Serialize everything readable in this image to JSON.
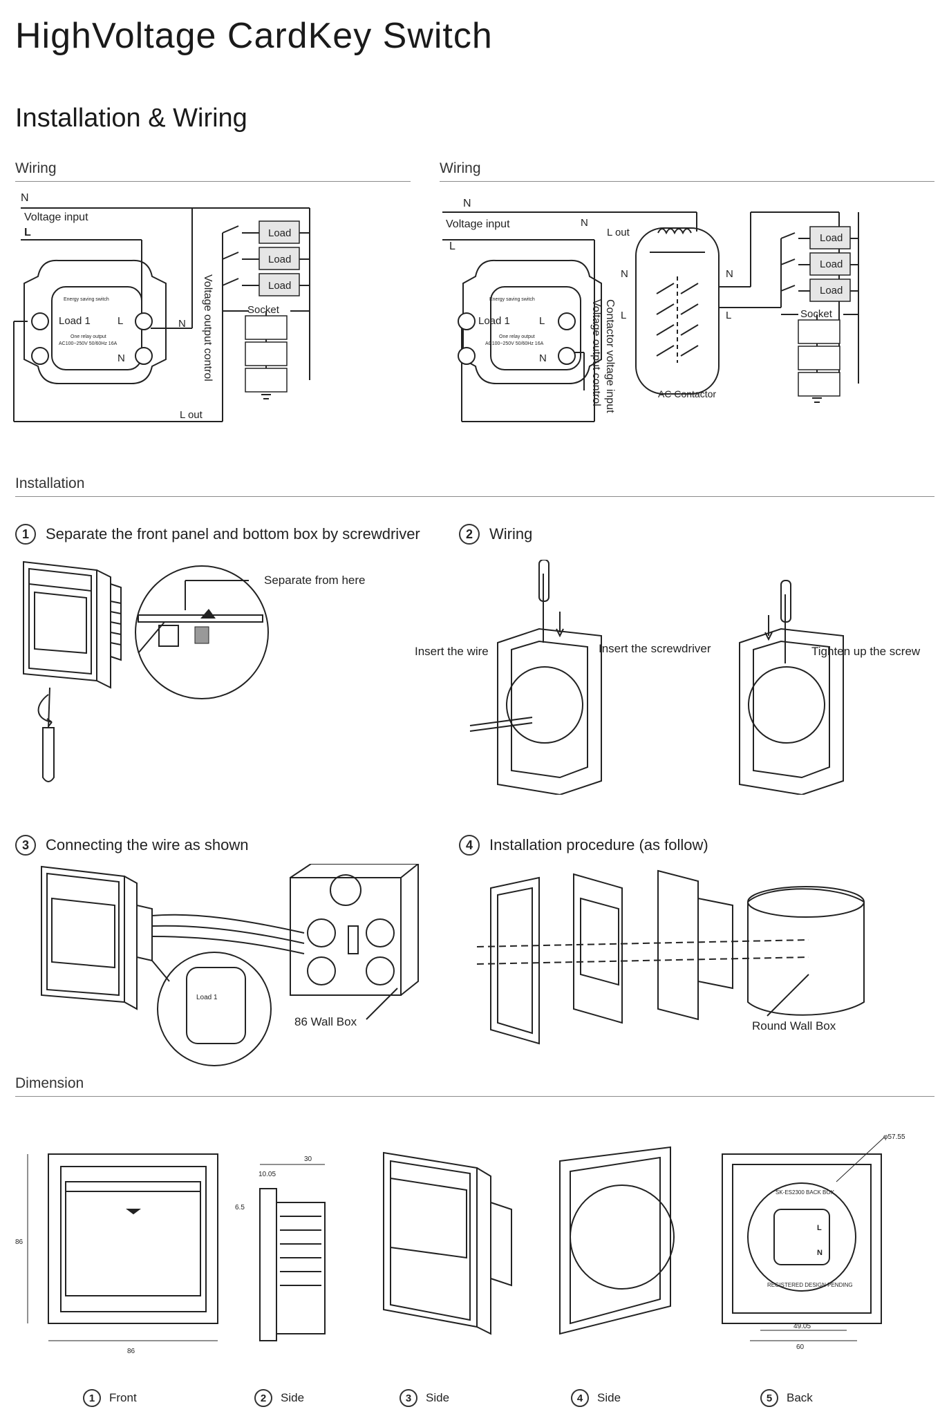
{
  "title": "HighVoltage CardKey Switch",
  "subtitle": "Installation & Wiring",
  "wiring": {
    "left": {
      "label": "Wiring",
      "n": "N",
      "voltage_input": "Voltage input",
      "l": "L",
      "load1": "Load 1",
      "l_term": "L",
      "n_term": "N",
      "device_text": "Energy saving switch",
      "relay_text": "One relay output",
      "spec_text": "AC100~250V 50/60Hz 16A",
      "n_right": "N",
      "vertical_label": "Voltage output control",
      "l_out": "L out",
      "loads": [
        "Load",
        "Load",
        "Load"
      ],
      "socket": "Socket"
    },
    "right": {
      "label": "Wiring",
      "n": "N",
      "voltage_input": "Voltage input",
      "l": "L",
      "load1": "Load 1",
      "l_term": "L",
      "n_term": "N",
      "device_text": "Energy saving switch",
      "relay_text": "One relay output",
      "spec_text": "AC100~250V 50/60Hz 16A",
      "n_top": "N",
      "l_out": "L out",
      "vertical_label_1": "Contactor voltage input",
      "vertical_label_2": "Voltage output control",
      "contactor_n_left": "N",
      "contactor_l_left": "L",
      "contactor_n_right": "N",
      "contactor_l_right": "L",
      "contactor": "AC Contactor",
      "loads": [
        "Load",
        "Load",
        "Load"
      ],
      "socket": "Socket"
    }
  },
  "installation": {
    "label": "Installation",
    "steps": [
      {
        "num": "1",
        "text": "Separate the front panel and bottom box by screwdriver"
      },
      {
        "num": "2",
        "text": "Wiring"
      },
      {
        "num": "3",
        "text": "Connecting the wire as shown"
      },
      {
        "num": "4",
        "text": "Installation procedure (as follow)"
      }
    ],
    "separate_from_here": "Separate from here",
    "insert_the_wire": "Insert the wire",
    "insert_the_screwdriver": "Insert the screwdriver",
    "tighten_up": "Tighten up the screw",
    "wall_box_86": "86 Wall Box",
    "round_wall_box": "Round Wall Box",
    "mini_load": "Load 1"
  },
  "dimension": {
    "label": "Dimension",
    "views": [
      {
        "num": "1",
        "text": "Front"
      },
      {
        "num": "2",
        "text": "Side"
      },
      {
        "num": "3",
        "text": "Side"
      },
      {
        "num": "4",
        "text": "Side"
      },
      {
        "num": "5",
        "text": "Back"
      }
    ],
    "front_w": "86",
    "front_h": "86",
    "side_top": "30",
    "side_a": "10.05",
    "side_b": "6.5",
    "back_dia": "φ57.55",
    "back_inner": "49.05",
    "back_outer": "60",
    "back_box_text": "SK-ES2300 BACK BOX",
    "back_reg_text": "REGISTERED DESIGN PENDING",
    "back_l": "L",
    "back_n": "N"
  }
}
